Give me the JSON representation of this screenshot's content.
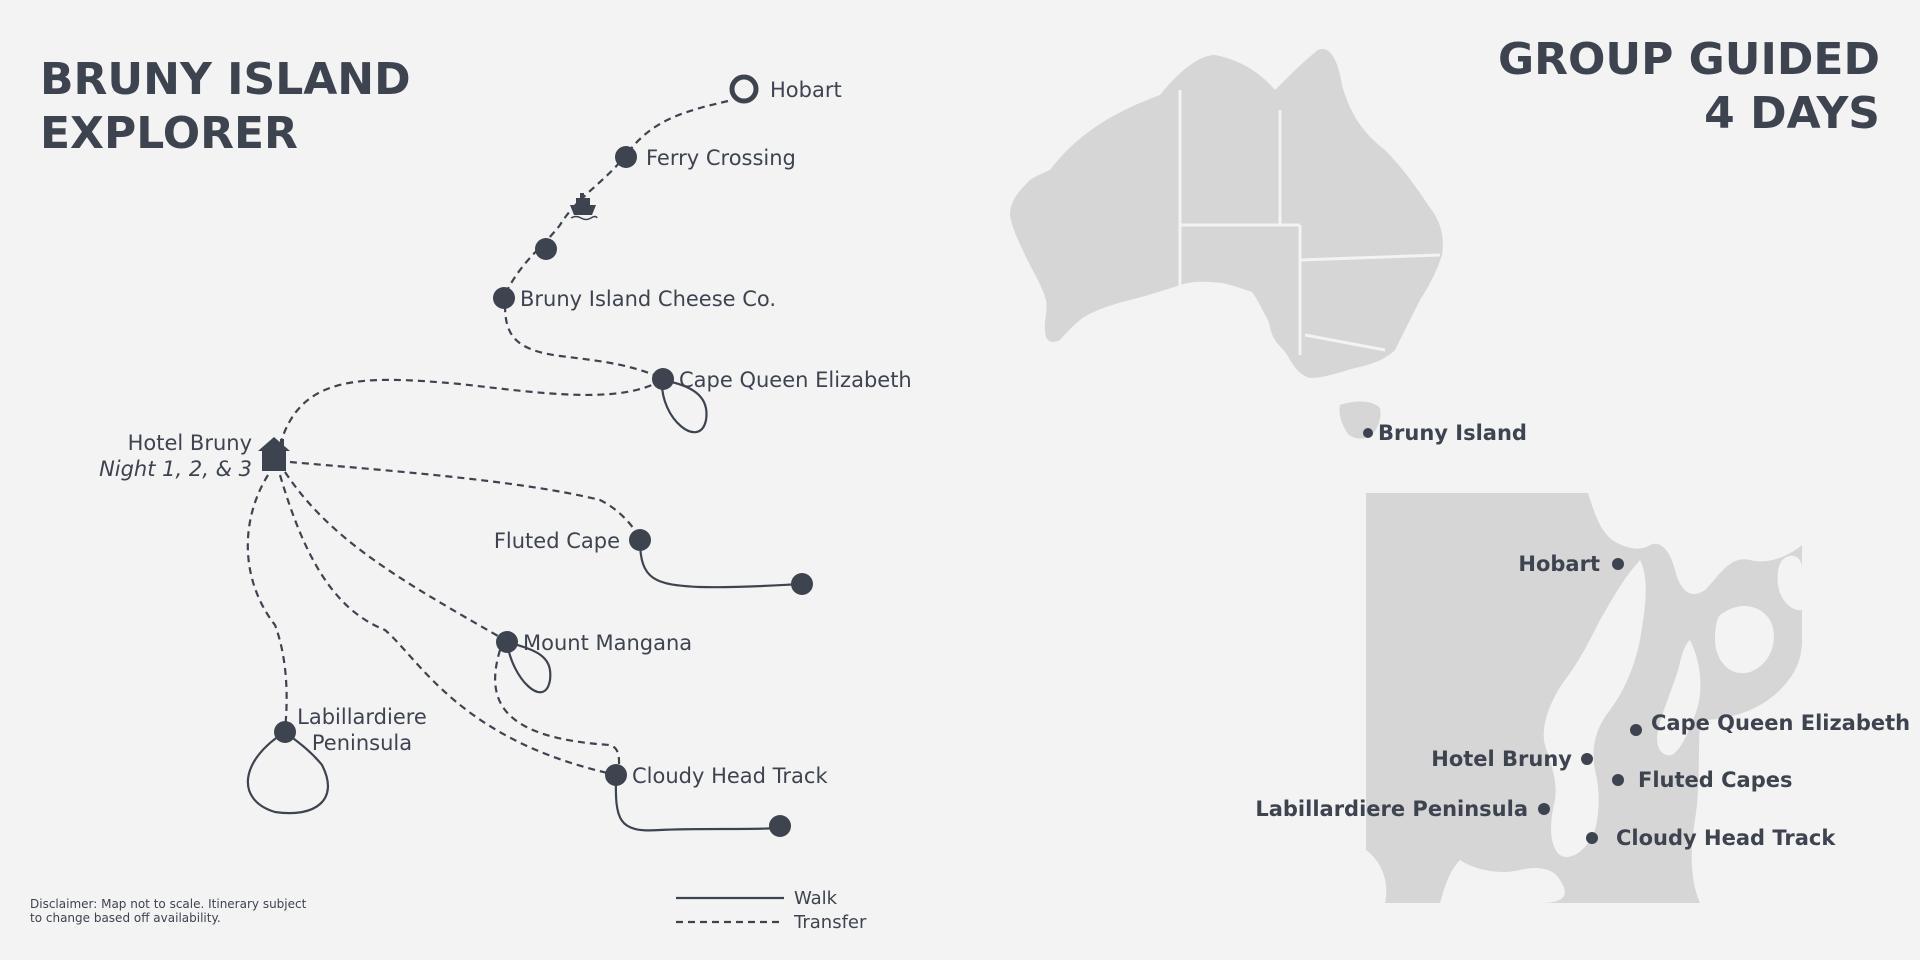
{
  "title": {
    "line1": "BRUNY ISLAND",
    "line2": "EXPLORER"
  },
  "subtitle": {
    "line1": "GROUP GUIDED",
    "line2": "4 DAYS"
  },
  "route": {
    "stops": {
      "hobart": "Hobart",
      "ferry": "Ferry Crossing",
      "cheese": "Bruny Island Cheese Co.",
      "cape_queen": "Cape Queen Elizabeth",
      "hotel": "Hotel Bruny",
      "hotel_nights": "Night 1, 2, & 3",
      "fluted": "Fluted Cape",
      "mangana": "Mount Mangana",
      "labillardiere_1": "Labillardiere",
      "labillardiere_2": "Peninsula",
      "cloudy": "Cloudy Head Track"
    }
  },
  "legend": {
    "walk": "Walk",
    "transfer": "Transfer"
  },
  "disclaimer": {
    "line1": "Disclaimer: Map not to scale. Itinerary subject",
    "line2": "to change based off availability."
  },
  "australia_map": {
    "marker_label": "Bruny Island"
  },
  "detail_map": {
    "labels": {
      "hobart": "Hobart",
      "cape_queen": "Cape Queen Elizabeth",
      "hotel": "Hotel Bruny",
      "fluted": "Fluted Capes",
      "labillardiere": "Labillardiere Peninsula",
      "cloudy": "Cloudy Head Track"
    }
  },
  "colors": {
    "ink": "#3d4450",
    "land": "#d6d6d6",
    "background": "#f3f3f3"
  },
  "icons": {
    "ferry": "ferry-icon",
    "hotel": "house-icon",
    "start": "ring-marker-icon"
  }
}
